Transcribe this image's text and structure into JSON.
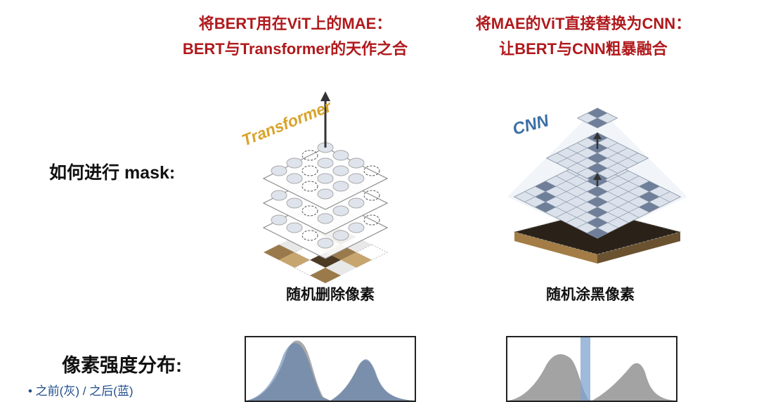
{
  "titles": {
    "left_line1": "将BERT用在ViT上的MAE：",
    "left_line2": "BERT与Transformer的天作之合",
    "right_line1": "将MAE的ViT直接替换为CNN：",
    "right_line2": "让BERT与CNN粗暴融合"
  },
  "row_labels": {
    "mask": "如何进行 mask:",
    "distribution": "像素强度分布:",
    "legend": "• 之前(灰) / 之后(蓝)"
  },
  "captions": {
    "left": "随机删除像素",
    "right": "随机涂黑像素"
  },
  "diagram_labels": {
    "transformer": "Transformer",
    "cnn": "CNN"
  },
  "colors": {
    "title_red": "#b0191c",
    "transformer_gold": "#d9a32a",
    "cnn_blue": "#3b6fa6",
    "token_fill": "#dfe3ec",
    "grid_fill": "#a9b5c9",
    "before_gray": "#8c8c8c",
    "after_blue": "#5b7fae"
  }
}
